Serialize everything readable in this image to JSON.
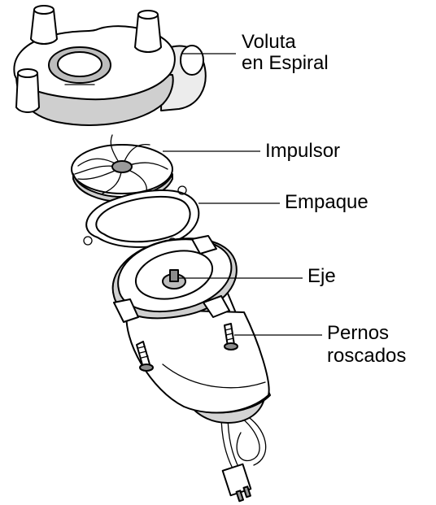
{
  "colors": {
    "line": "#000000",
    "fill": "#ffffff",
    "shade": "#d9d9d9",
    "dark": "#8c8c8c"
  },
  "labels": {
    "volute_line1": "Voluta",
    "volute_line2": "en Espiral",
    "impeller": "Impulsor",
    "gasket": "Empaque",
    "shaft": "Eje",
    "bolts_line1": "Pernos",
    "bolts_line2": "roscados"
  }
}
